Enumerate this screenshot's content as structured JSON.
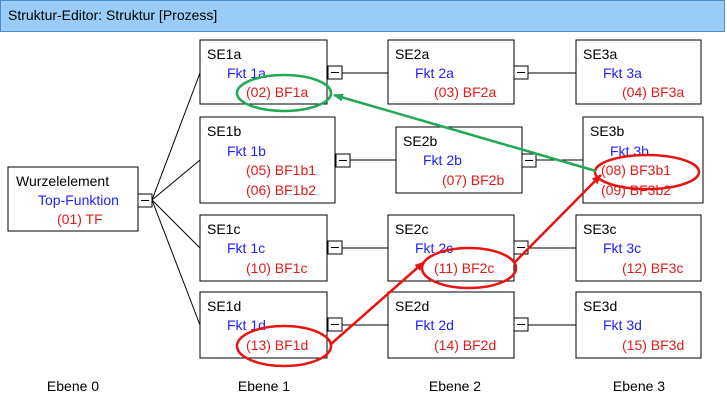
{
  "window": {
    "title": "Struktur-Editor: Struktur [Prozess]"
  },
  "colors": {
    "function": "#1f1fff",
    "failure": "#e11b1b",
    "marker_green": "#22a857",
    "marker_red": "#e61414"
  },
  "nodes": {
    "root": {
      "name": "Wurzelelement",
      "func": "Top-Funktion",
      "fails": [
        "(01) TF"
      ]
    },
    "se1a": {
      "name": "SE1a",
      "func": "Fkt 1a",
      "fails": [
        "(02) BF1a"
      ]
    },
    "se1b": {
      "name": "SE1b",
      "func": "Fkt 1b",
      "fails": [
        "(05) BF1b1",
        "(06) BF1b2"
      ]
    },
    "se1c": {
      "name": "SE1c",
      "func": "Fkt 1c",
      "fails": [
        "(10) BF1c"
      ]
    },
    "se1d": {
      "name": "SE1d",
      "func": "Fkt 1d",
      "fails": [
        "(13) BF1d"
      ]
    },
    "se2a": {
      "name": "SE2a",
      "func": "Fkt 2a",
      "fails": [
        "(03) BF2a"
      ]
    },
    "se2b": {
      "name": "SE2b",
      "func": "Fkt 2b",
      "fails": [
        "(07) BF2b"
      ]
    },
    "se2c": {
      "name": "SE2c",
      "func": "Fkt 2c",
      "fails": [
        "(11) BF2c"
      ]
    },
    "se2d": {
      "name": "SE2d",
      "func": "Fkt 2d",
      "fails": [
        "(14) BF2d"
      ]
    },
    "se3a": {
      "name": "SE3a",
      "func": "Fkt 3a",
      "fails": [
        "(04) BF3a"
      ]
    },
    "se3b": {
      "name": "SE3b",
      "func": "Fkt 3b",
      "fails": [
        "(08) BF3b1",
        "(09) BF3b2"
      ]
    },
    "se3c": {
      "name": "SE3c",
      "func": "Fkt 3c",
      "fails": [
        "(12) BF3c"
      ]
    },
    "se3d": {
      "name": "SE3d",
      "func": "Fkt 3d",
      "fails": [
        "(15) BF3d"
      ]
    }
  },
  "levels": [
    "Ebene 0",
    "Ebene 1",
    "Ebene 2",
    "Ebene 3"
  ]
}
